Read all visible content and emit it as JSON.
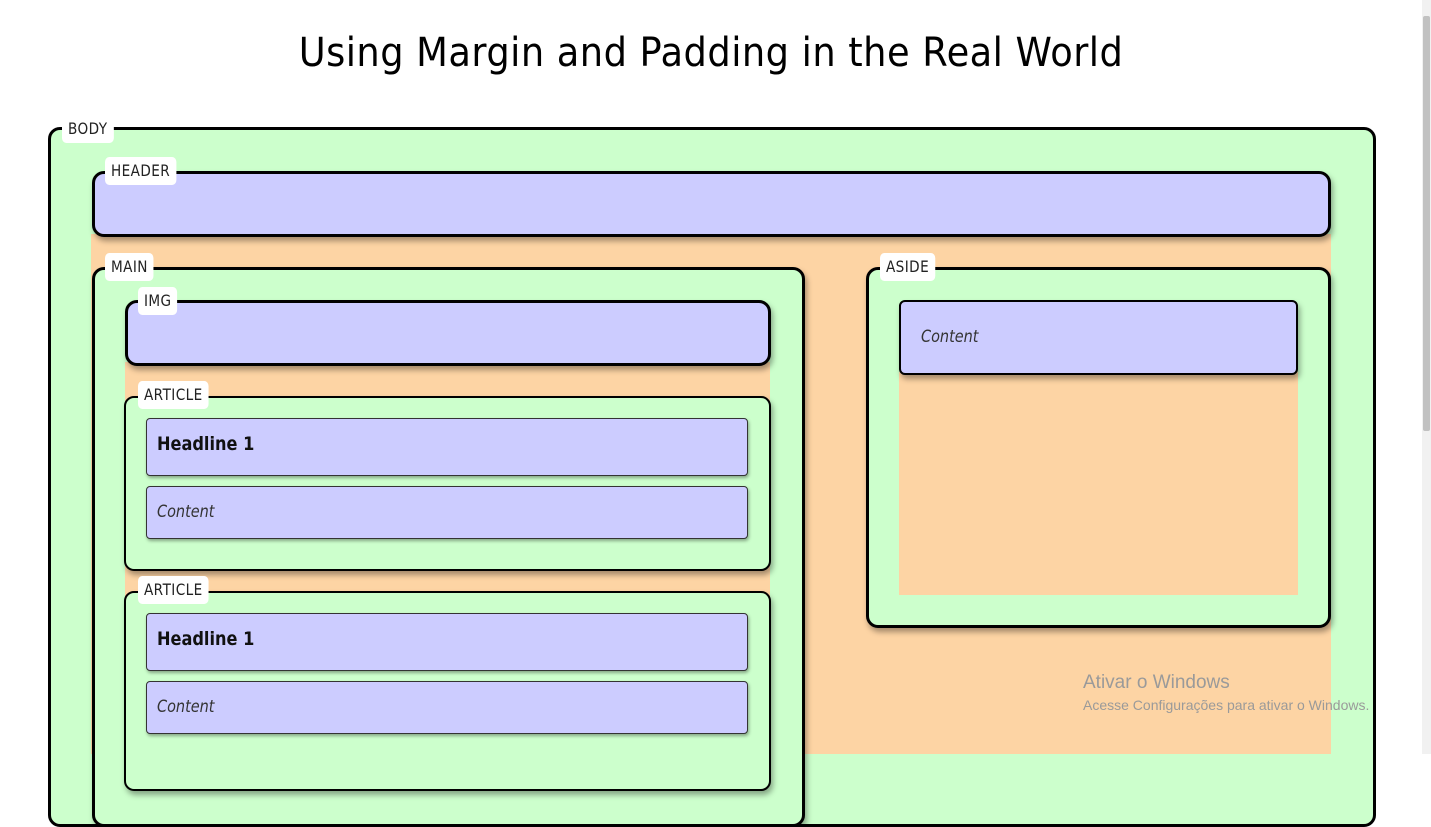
{
  "page": {
    "title": "Using Margin and Padding in the Real World"
  },
  "labels": {
    "body": "BODY",
    "header": "HEADER",
    "main": "MAIN",
    "img": "IMG",
    "aside": "ASIDE",
    "article": "ARTICLE"
  },
  "articles": [
    {
      "headline": "Headline 1",
      "content": "Content"
    },
    {
      "headline": "Headline 1",
      "content": "Content"
    }
  ],
  "aside": {
    "content": "Content"
  },
  "watermark": {
    "title": "Ativar o Windows",
    "subtitle": "Acesse Configurações para ativar o Windows."
  },
  "colors": {
    "body_bg": "#ccffcc",
    "block_bg": "#ccccff",
    "margin_fill": "#fdd4a4",
    "border": "#000000"
  }
}
